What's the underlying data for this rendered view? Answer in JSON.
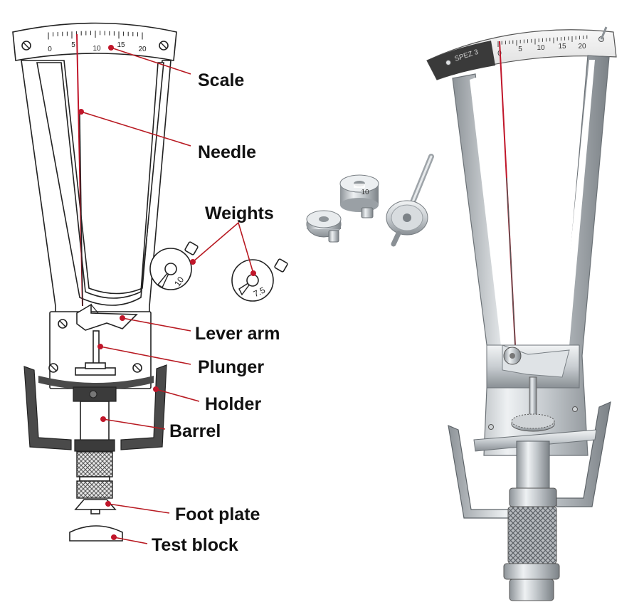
{
  "labels": {
    "scale": "Scale",
    "needle": "Needle",
    "weights": "Weights",
    "lever_arm": "Lever arm",
    "plunger": "Plunger",
    "holder": "Holder",
    "barrel": "Barrel",
    "foot_plate": "Foot plate",
    "test_block": "Test block"
  },
  "scale_ticks": [
    "0",
    "5",
    "10",
    "15",
    "20"
  ],
  "photo_scale_ticks": [
    "0",
    "5",
    "10",
    "15",
    "20"
  ],
  "weights": {
    "left_value": "10",
    "right_value": "7.5"
  },
  "photo_weights": {
    "top_value": "10"
  },
  "colors": {
    "leader": "#b81a22",
    "dot": "#c0162a",
    "needle": "#c0162a",
    "outline": "#222222",
    "holder": "#4a4a4a",
    "metal": "#c8cdd2"
  }
}
